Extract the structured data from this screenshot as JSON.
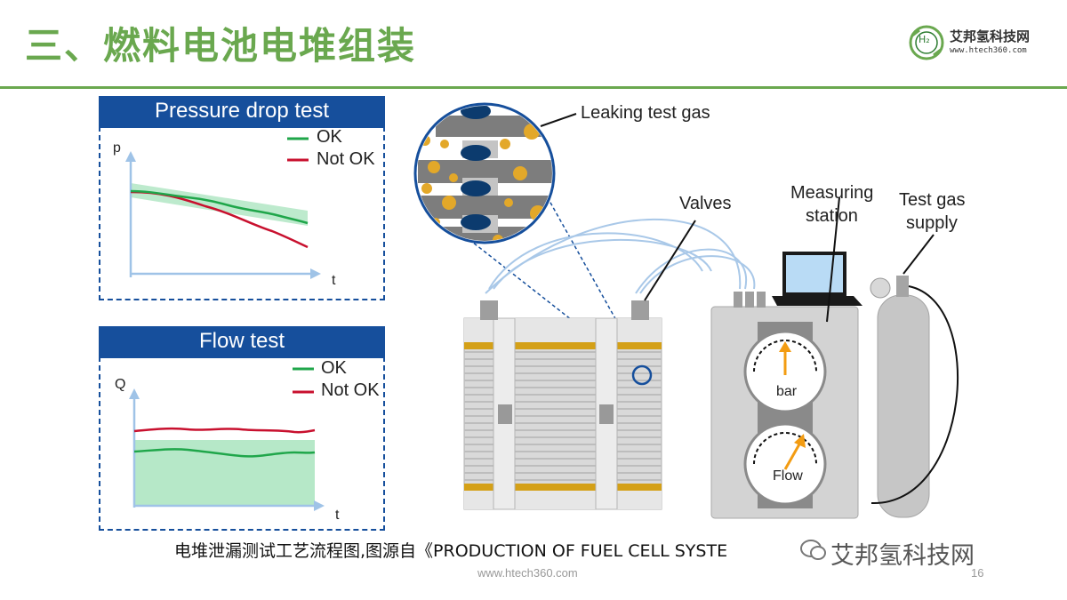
{
  "slide": {
    "title": "三、燃料电池电堆组装",
    "logo_name": "艾邦氢科技网",
    "logo_url": "www.htech360.com",
    "logo_symbol": "H₂",
    "caption": "电堆泄漏测试工艺流程图,图源自《PRODUCTION OF FUEL CELL SYSTE",
    "footer_url": "www.htech360.com",
    "page_number": "16",
    "watermark": "艾邦氢科技网"
  },
  "colors": {
    "title_green": "#6aa84f",
    "panel_blue": "#164f9c",
    "ok_green": "#1fa64a",
    "notok_red": "#c8102e",
    "band_green": "#b6e8c8",
    "axis_blue": "#9fc3e7",
    "gas_gold": "#e3a829"
  },
  "pressure_panel": {
    "heading": "Pressure drop test",
    "y_axis": "p",
    "x_axis": "t",
    "legend_ok": "OK",
    "legend_notok": "Not OK"
  },
  "flow_panel": {
    "heading": "Flow test",
    "y_axis": "Q",
    "x_axis": "t",
    "legend_ok": "OK",
    "legend_notok": "Not OK"
  },
  "diagram": {
    "leaking_gas_label": "Leaking test gas",
    "valves_label": "Valves",
    "measuring_station_label_1": "Measuring",
    "measuring_station_label_2": "station",
    "test_gas_label_1": "Test gas",
    "test_gas_label_2": "supply",
    "gauge_top_label": "bar",
    "gauge_bottom_label": "Flow"
  }
}
